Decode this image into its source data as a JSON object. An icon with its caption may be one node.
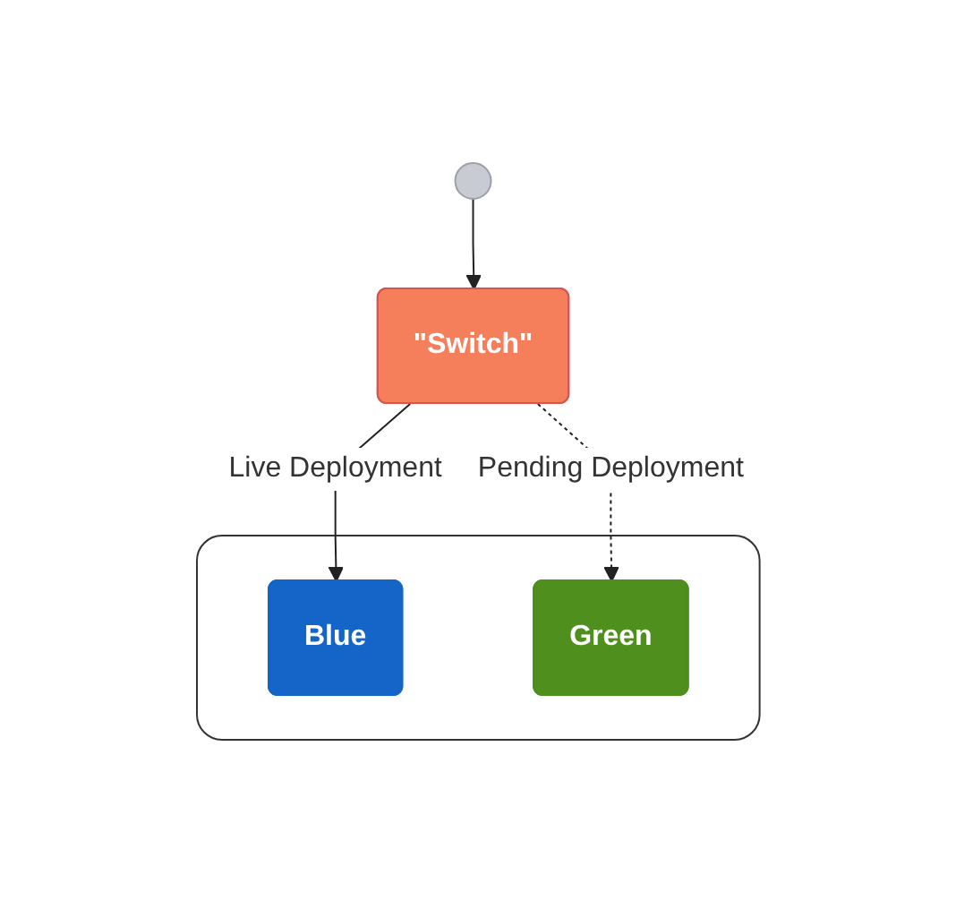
{
  "diagram": {
    "nodes": [
      {
        "text": [],
        "shape": "person"
      },
      {
        "text": [
          "\"Switch\""
        ]
      },
      {
        "text": [],
        "shape": "box"
      },
      {
        "text": [
          "Blue"
        ],
        "in": 2
      },
      {
        "text": [
          "Green"
        ],
        "in": 2
      }
    ],
    "edges": [
      {
        "from": 0,
        "to": 1,
        "arrow": "to"
      },
      {
        "from": 1,
        "to": 3,
        "arrow": "to",
        "label": "Live Deployment"
      },
      {
        "from": 1,
        "to": 4,
        "arrow": "to",
        "label": "Pending Deployment",
        "style": "dashed"
      }
    ]
  }
}
